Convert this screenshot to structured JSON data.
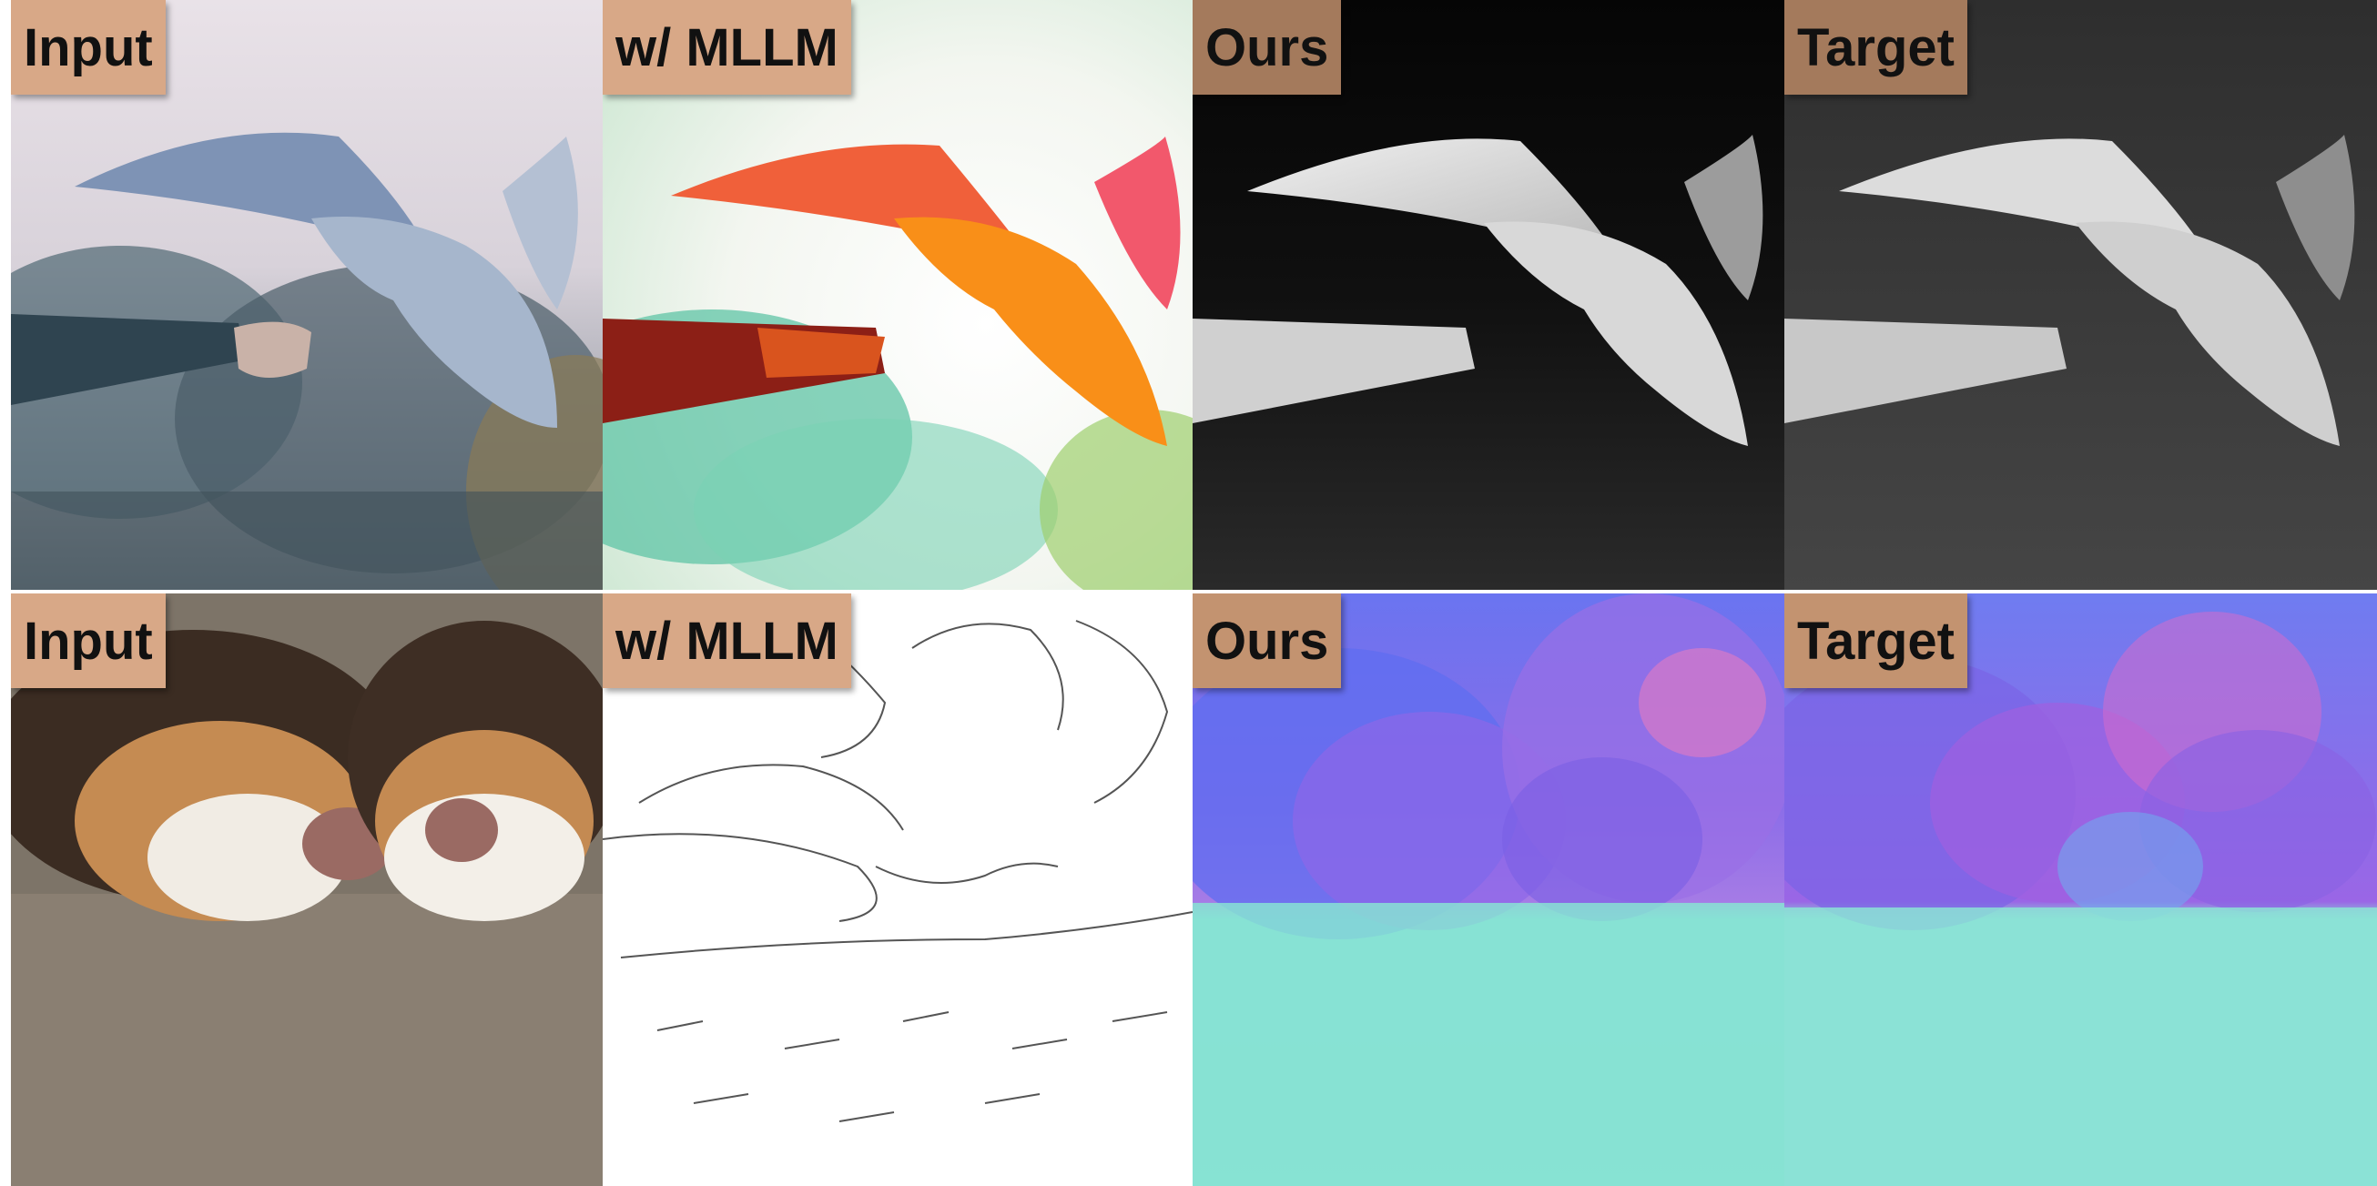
{
  "rows": [
    {
      "cells": [
        {
          "label": "Input",
          "content": "photo-bird-hand"
        },
        {
          "label": "w/ MLLM",
          "content": "recolored-bird"
        },
        {
          "label": "Ours",
          "content": "depth-map-bird"
        },
        {
          "label": "Target",
          "content": "depth-map-bird"
        }
      ]
    },
    {
      "cells": [
        {
          "label": "Input",
          "content": "photo-puppies"
        },
        {
          "label": "w/ MLLM",
          "content": "edge-map-puppies"
        },
        {
          "label": "Ours",
          "content": "normal-map-puppies"
        },
        {
          "label": "Target",
          "content": "normal-map-puppies"
        }
      ]
    }
  ],
  "colors": {
    "label_bg": "#d8a887",
    "label_bg_dark": "#a47a5c"
  }
}
